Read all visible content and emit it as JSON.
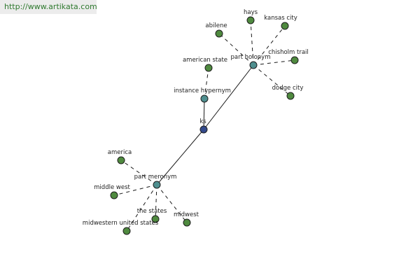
{
  "watermark": "http://www.artikata.com",
  "colors": {
    "center": "#334a8c",
    "relation": "#4f8f8f",
    "leaf": "#4f8a3f"
  },
  "graph": {
    "center": "ks",
    "relations": [
      {
        "label": "instance hypernym",
        "items": [
          "american state"
        ]
      },
      {
        "label": "part holonym",
        "items": [
          "hays",
          "kansas city",
          "abilene",
          "chisholm trail",
          "dodge city"
        ]
      },
      {
        "label": "part meronym",
        "items": [
          "america",
          "middle west",
          "the states",
          "midwestern united states",
          "midwest"
        ]
      }
    ]
  }
}
